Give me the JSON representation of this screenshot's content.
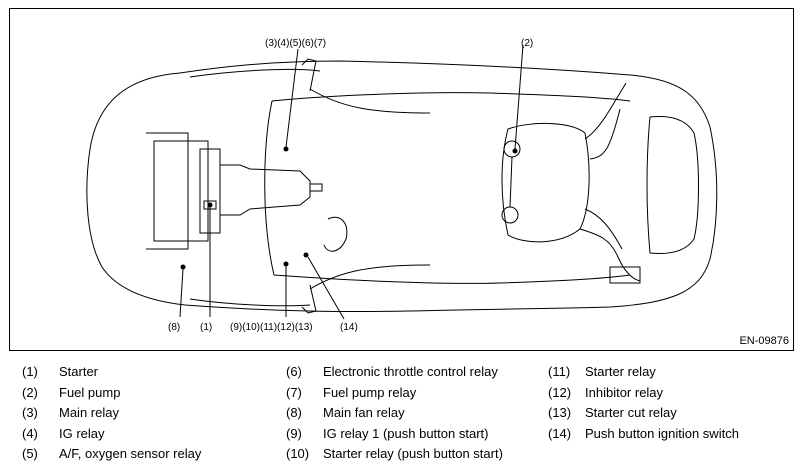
{
  "figure": {
    "code": "EN-09876",
    "callouts": {
      "c1": "(1)",
      "c2": "(2)",
      "c3to7": "(3)(4)(5)(6)(7)",
      "c8": "(8)",
      "c9to13": "(9)(10)(11)(12)(13)",
      "c14": "(14)"
    }
  },
  "legend": {
    "col1": [
      {
        "num": "(1)",
        "label": "Starter"
      },
      {
        "num": "(2)",
        "label": "Fuel pump"
      },
      {
        "num": "(3)",
        "label": "Main relay"
      },
      {
        "num": "(4)",
        "label": "IG relay"
      },
      {
        "num": "(5)",
        "label": "A/F, oxygen sensor relay"
      }
    ],
    "col2": [
      {
        "num": "(6)",
        "label": "Electronic throttle control relay"
      },
      {
        "num": "(7)",
        "label": "Fuel pump relay"
      },
      {
        "num": "(8)",
        "label": "Main fan relay"
      },
      {
        "num": "(9)",
        "label": "IG relay 1 (push button start)"
      },
      {
        "num": "(10)",
        "label": "Starter relay (push button start)"
      }
    ],
    "col3": [
      {
        "num": "(11)",
        "label": "Starter relay"
      },
      {
        "num": "(12)",
        "label": "Inhibitor relay"
      },
      {
        "num": "(13)",
        "label": "Starter cut relay"
      },
      {
        "num": "(14)",
        "label": "Push button ignition switch"
      }
    ]
  }
}
